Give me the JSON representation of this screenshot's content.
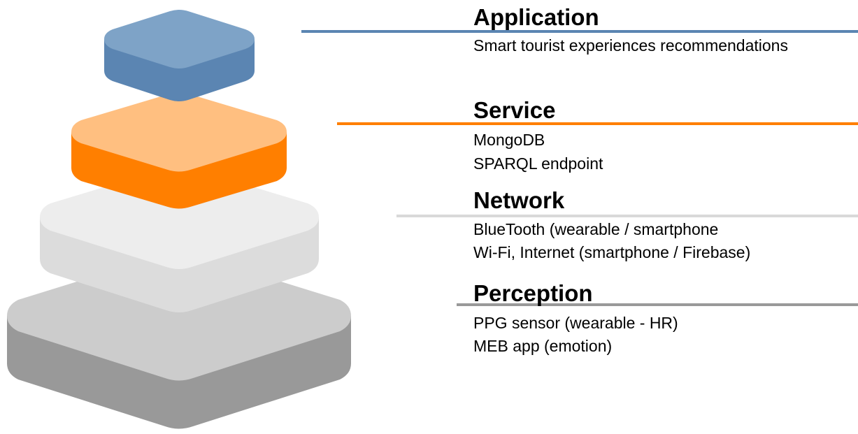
{
  "colors": {
    "application": "#5b85b2",
    "service": "#ff7f00",
    "network": "#d9d9d9",
    "perception": "#999999"
  },
  "layers": [
    {
      "title": "Application",
      "lines": [
        "Smart tourist experiences recommendations"
      ]
    },
    {
      "title": "Service",
      "lines": [
        "MongoDB",
        "SPARQL endpoint"
      ]
    },
    {
      "title": "Network",
      "lines": [
        "BlueTooth (wearable / smartphone",
        "Wi-Fi, Internet (smartphone / Firebase)"
      ]
    },
    {
      "title": "Perception",
      "lines": [
        "PPG sensor (wearable - HR)",
        "MEB app (emotion)"
      ]
    }
  ]
}
